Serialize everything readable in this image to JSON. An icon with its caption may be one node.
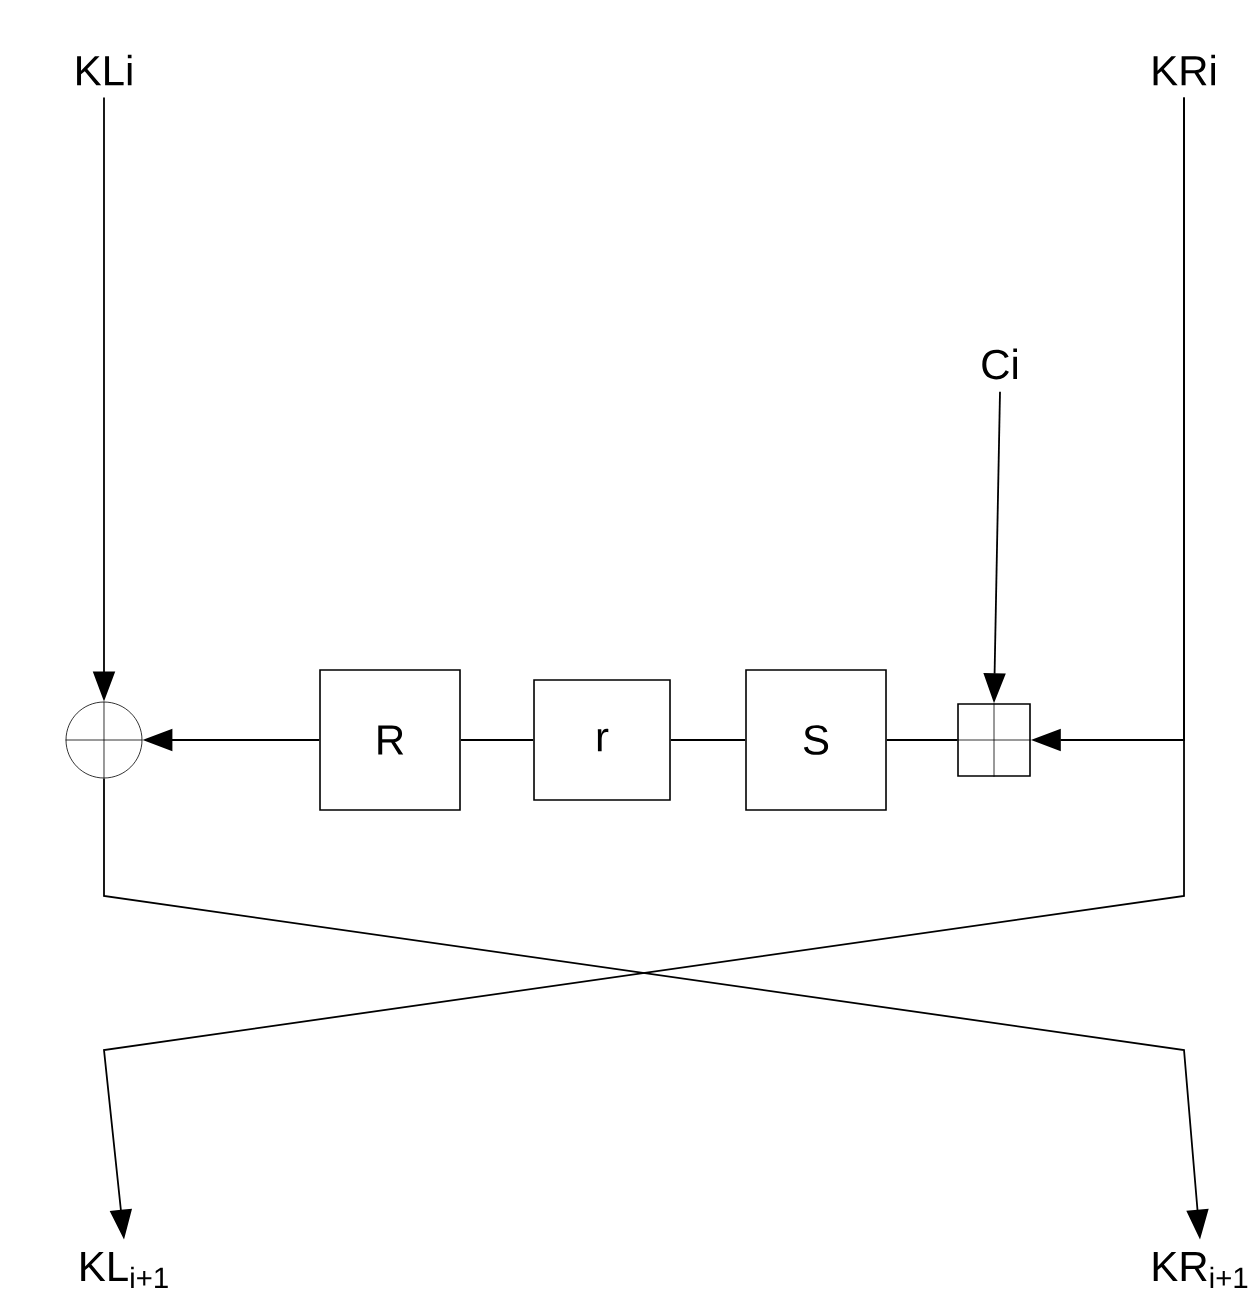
{
  "diagram": {
    "nodes": [
      {
        "text": [
          "KLi"
        ]
      },
      {
        "text": [
          "KRi"
        ]
      },
      {
        "text": [
          "Ci"
        ]
      },
      {
        "text": [],
        "shape": "circle"
      },
      {
        "text": [
          "R"
        ]
      },
      {
        "text": [
          "r"
        ]
      },
      {
        "text": [
          "S"
        ]
      },
      {
        "text": [],
        "shape": "box"
      },
      {
        "text": [
          "KL$_{i+1}$"
        ]
      },
      {
        "text": [
          "KR$_{i+1}$"
        ]
      }
    ],
    "edges": [
      {
        "from": 0,
        "to": 3,
        "arrow": "to"
      },
      {
        "from": 1,
        "to": 7,
        "arrow": "to"
      },
      {
        "from": 2,
        "to": 7,
        "arrow": "to"
      },
      {
        "from": 7,
        "to": 6,
        "arrow": "none"
      },
      {
        "from": 6,
        "to": 5,
        "arrow": "none"
      },
      {
        "from": 5,
        "to": 4,
        "arrow": "none"
      },
      {
        "from": 4,
        "to": 3,
        "arrow": "to"
      },
      {
        "from": 3,
        "to": 9,
        "arrow": "to"
      },
      {
        "from": 1,
        "to": 8,
        "arrow": "to"
      }
    ]
  }
}
